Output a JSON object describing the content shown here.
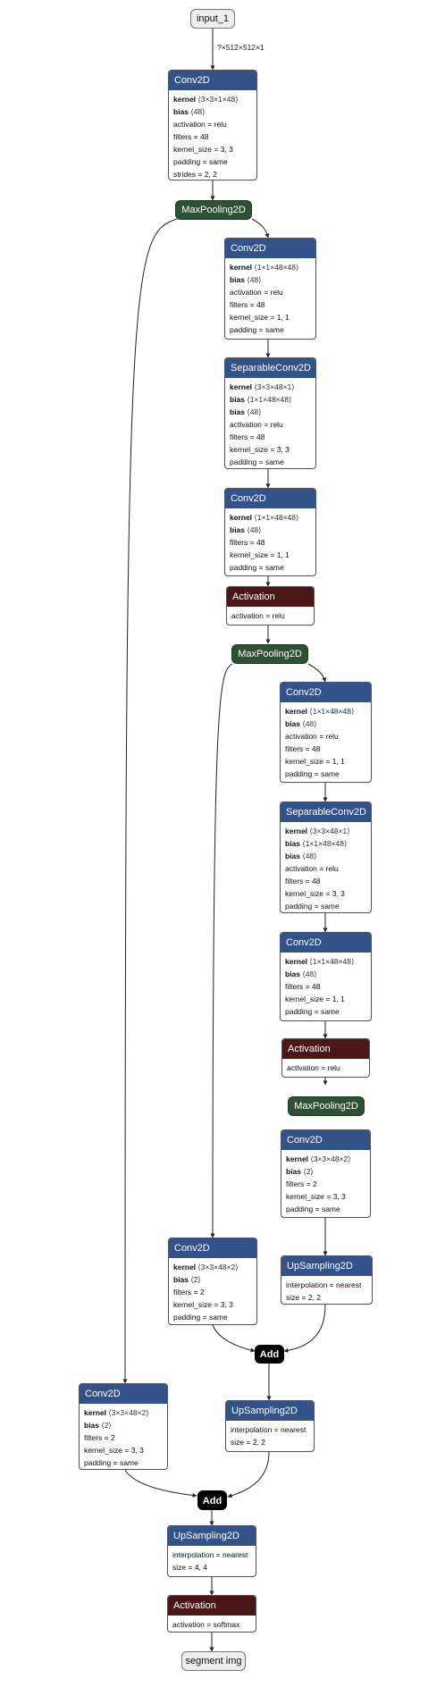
{
  "input": {
    "label": "input_1",
    "shape_label": "?×512×512×1"
  },
  "output": {
    "label": "segment img"
  },
  "pool_label": "MaxPooling2D",
  "add_label": "Add",
  "nodes": [
    {
      "title": "Conv2D",
      "kind": "layer",
      "attrs": [
        {
          "key": "kernel",
          "value": "⟨3×3×1×48⟩",
          "bold": true
        },
        {
          "key": "bias",
          "value": "⟨48⟩",
          "bold": true
        },
        {
          "key": "activation",
          "value": "relu"
        },
        {
          "key": "filters",
          "value": "48"
        },
        {
          "key": "kernel_size",
          "value": "3, 3"
        },
        {
          "key": "padding",
          "value": "same"
        },
        {
          "key": "strides",
          "value": "2, 2"
        }
      ]
    },
    {
      "title": "Conv2D",
      "kind": "layer",
      "attrs": [
        {
          "key": "kernel",
          "value": "⟨1×1×48×48⟩",
          "bold": true
        },
        {
          "key": "bias",
          "value": "⟨48⟩",
          "bold": true
        },
        {
          "key": "activation",
          "value": "relu"
        },
        {
          "key": "filters",
          "value": "48"
        },
        {
          "key": "kernel_size",
          "value": "1, 1"
        },
        {
          "key": "padding",
          "value": "same"
        }
      ]
    },
    {
      "title": "SeparableConv2D",
      "kind": "layer",
      "attrs": [
        {
          "key": "kernel",
          "value": "⟨3×3×48×1⟩",
          "bold": true
        },
        {
          "key": "bias",
          "value": "⟨1×1×48×48⟩",
          "bold": true
        },
        {
          "key": "bias",
          "value": "⟨48⟩",
          "bold": true
        },
        {
          "key": "activation",
          "value": "relu"
        },
        {
          "key": "filters",
          "value": "48"
        },
        {
          "key": "kernel_size",
          "value": "3, 3"
        },
        {
          "key": "padding",
          "value": "same"
        }
      ]
    },
    {
      "title": "Conv2D",
      "kind": "layer",
      "attrs": [
        {
          "key": "kernel",
          "value": "⟨1×1×48×48⟩",
          "bold": true
        },
        {
          "key": "bias",
          "value": "⟨48⟩",
          "bold": true
        },
        {
          "key": "filters",
          "value": "48"
        },
        {
          "key": "kernel_size",
          "value": "1, 1"
        },
        {
          "key": "padding",
          "value": "same"
        }
      ]
    },
    {
      "title": "Activation",
      "kind": "act",
      "attrs": [
        {
          "key": "activation",
          "value": "relu"
        }
      ]
    },
    {
      "title": "Conv2D",
      "kind": "layer",
      "attrs": [
        {
          "key": "kernel",
          "value": "⟨1×1×48×48⟩",
          "bold": true
        },
        {
          "key": "bias",
          "value": "⟨48⟩",
          "bold": true
        },
        {
          "key": "activation",
          "value": "relu"
        },
        {
          "key": "filters",
          "value": "48"
        },
        {
          "key": "kernel_size",
          "value": "1, 1"
        },
        {
          "key": "padding",
          "value": "same"
        }
      ]
    },
    {
      "title": "SeparableConv2D",
      "kind": "layer",
      "attrs": [
        {
          "key": "kernel",
          "value": "⟨3×3×48×1⟩",
          "bold": true
        },
        {
          "key": "bias",
          "value": "⟨1×1×48×48⟩",
          "bold": true
        },
        {
          "key": "bias",
          "value": "⟨48⟩",
          "bold": true
        },
        {
          "key": "activation",
          "value": "relu"
        },
        {
          "key": "filters",
          "value": "48"
        },
        {
          "key": "kernel_size",
          "value": "3, 3"
        },
        {
          "key": "padding",
          "value": "same"
        }
      ]
    },
    {
      "title": "Conv2D",
      "kind": "layer",
      "attrs": [
        {
          "key": "kernel",
          "value": "⟨1×1×48×48⟩",
          "bold": true
        },
        {
          "key": "bias",
          "value": "⟨48⟩",
          "bold": true
        },
        {
          "key": "filters",
          "value": "48"
        },
        {
          "key": "kernel_size",
          "value": "1, 1"
        },
        {
          "key": "padding",
          "value": "same"
        }
      ]
    },
    {
      "title": "Activation",
      "kind": "act",
      "attrs": [
        {
          "key": "activation",
          "value": "relu"
        }
      ]
    },
    {
      "title": "Conv2D",
      "kind": "layer",
      "attrs": [
        {
          "key": "kernel",
          "value": "⟨3×3×48×2⟩",
          "bold": true
        },
        {
          "key": "bias",
          "value": "⟨2⟩",
          "bold": true
        },
        {
          "key": "filters",
          "value": "2"
        },
        {
          "key": "kernel_size",
          "value": "3, 3"
        },
        {
          "key": "padding",
          "value": "same"
        }
      ]
    },
    {
      "title": "UpSampling2D",
      "kind": "layer",
      "attrs": [
        {
          "key": "interpolation",
          "value": "nearest"
        },
        {
          "key": "size",
          "value": "2, 2"
        }
      ]
    },
    {
      "title": "Conv2D",
      "kind": "layer",
      "attrs": [
        {
          "key": "kernel",
          "value": "⟨3×3×48×2⟩",
          "bold": true
        },
        {
          "key": "bias",
          "value": "⟨2⟩",
          "bold": true
        },
        {
          "key": "filters",
          "value": "2"
        },
        {
          "key": "kernel_size",
          "value": "3, 3"
        },
        {
          "key": "padding",
          "value": "same"
        }
      ]
    },
    {
      "title": "UpSampling2D",
      "kind": "layer",
      "attrs": [
        {
          "key": "interpolation",
          "value": "nearest"
        },
        {
          "key": "size",
          "value": "2, 2"
        }
      ]
    },
    {
      "title": "Conv2D",
      "kind": "layer",
      "attrs": [
        {
          "key": "kernel",
          "value": "⟨3×3×48×2⟩",
          "bold": true
        },
        {
          "key": "bias",
          "value": "⟨2⟩",
          "bold": true
        },
        {
          "key": "filters",
          "value": "2"
        },
        {
          "key": "kernel_size",
          "value": "3, 3"
        },
        {
          "key": "padding",
          "value": "same"
        }
      ]
    },
    {
      "title": "UpSampling2D",
      "kind": "layer",
      "attrs": [
        {
          "key": "interpolation",
          "value": "nearest"
        },
        {
          "key": "size",
          "value": "4, 4"
        }
      ]
    },
    {
      "title": "Activation",
      "kind": "act",
      "attrs": [
        {
          "key": "activation",
          "value": "softmax"
        }
      ]
    }
  ]
}
